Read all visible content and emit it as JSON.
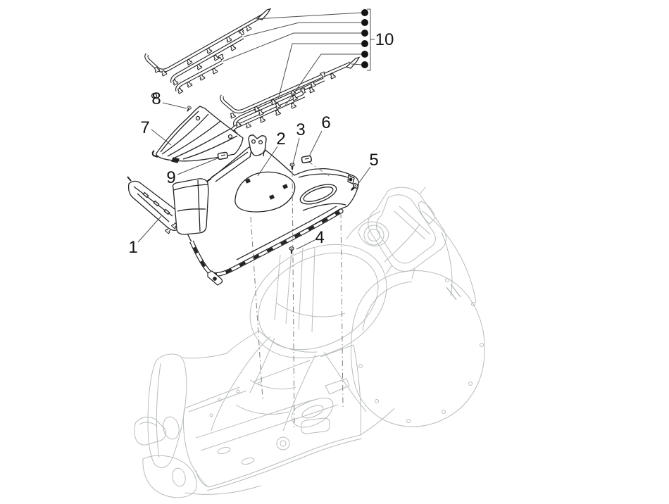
{
  "callouts": [
    {
      "label": "1"
    },
    {
      "label": "2"
    },
    {
      "label": "3"
    },
    {
      "label": "4"
    },
    {
      "label": "5"
    },
    {
      "label": "6"
    },
    {
      "label": "7"
    },
    {
      "label": "8"
    },
    {
      "label": "9"
    },
    {
      "label": "10"
    }
  ],
  "marker_dots_for_callout_10": 6,
  "colors": {
    "background": "#ffffff",
    "part_outline": "#232323",
    "frame_outline": "#b7bdba",
    "leader_line": "#4d4d4d",
    "projection_line": "#7d7d7d",
    "marker_dot": "#141414",
    "label_text": "#141414"
  }
}
